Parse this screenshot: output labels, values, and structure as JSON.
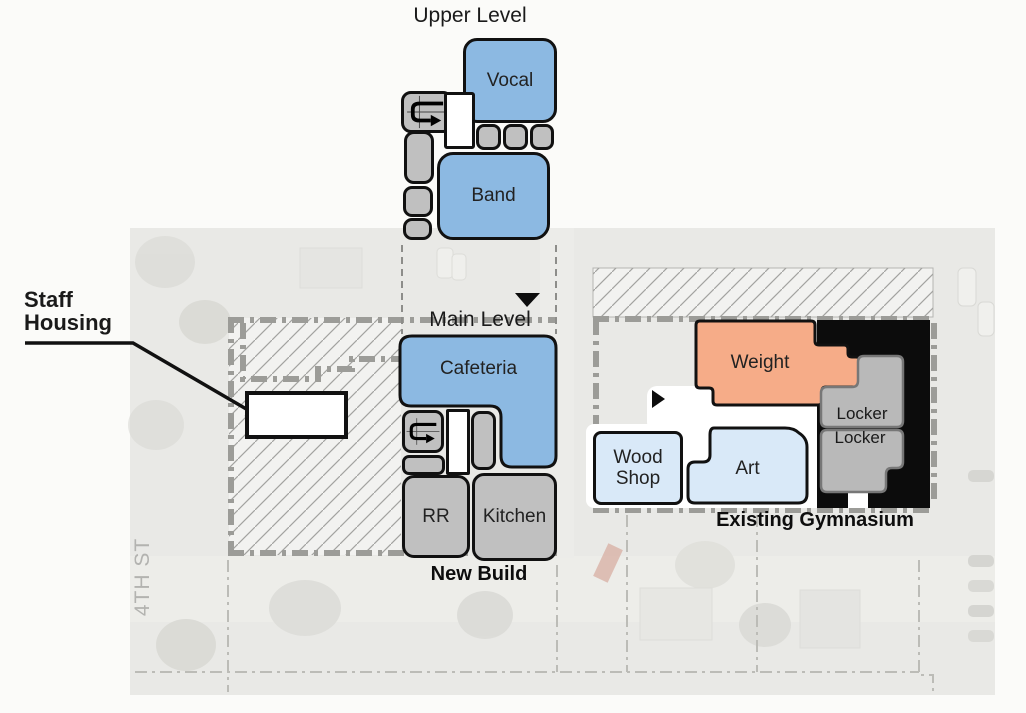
{
  "levels": {
    "upper": {
      "title": "Upper Level",
      "rooms": {
        "vocal": "Vocal",
        "band": "Band"
      }
    },
    "main": {
      "title": "Main Level",
      "rooms": {
        "cafeteria": "Cafeteria",
        "rr": "RR",
        "kitchen": "Kitchen"
      }
    }
  },
  "site": {
    "new_build_label": "New Build",
    "existing_gym_label": "Existing Gymnasium",
    "staff_housing": {
      "line1": "Staff",
      "line2": "Housing"
    },
    "street_label": "4TH ST",
    "gym_rooms": {
      "weight": "Weight",
      "locker_upper": "Locker",
      "locker_lower": "Locker",
      "wood_shop": {
        "line1": "Wood",
        "line2": "Shop"
      },
      "art": "Art"
    }
  },
  "icons": {
    "stair_upper": "stair-uturn-arrow-icon",
    "stair_main": "stair-uturn-arrow-icon",
    "main_level_marker": "down-triangle-icon",
    "gym_entry_marker": "right-triangle-icon",
    "staff_housing_pointer": "leader-arrow-icon"
  },
  "colors": {
    "room_blue": "#8cb9e2",
    "room_lightblue": "#d9e9f8",
    "room_orange": "#f6ac88",
    "room_gray": "#c0c0c0",
    "locker_gray": "#b9b9b9",
    "existing_building_black": "#0c0c0c",
    "site_border_gray": "#9c9c98",
    "photo_background": "#e9e9e6",
    "street_text_gray": "#b3b3b0"
  }
}
